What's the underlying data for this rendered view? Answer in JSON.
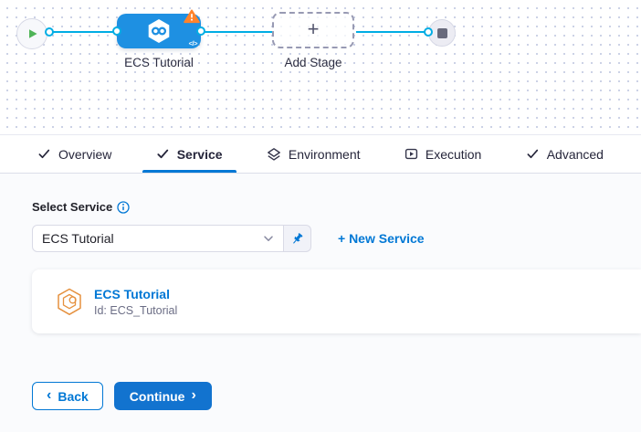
{
  "icons": {
    "check": "✓",
    "plus": "+",
    "code": "</>",
    "chevron_left": "‹",
    "chevron_right": "›"
  },
  "colors": {
    "accent": "#0278d5",
    "button_primary": "#1273cf",
    "node_blue": "#1e90e2",
    "connector_blue": "#00ade4",
    "warning_orange": "#ff832b",
    "play_green": "#4fb457",
    "service_icon_orange": "#e5913f"
  },
  "pipeline": {
    "stage_label": "ECS Tutorial",
    "add_stage_label": "Add Stage"
  },
  "tabs": [
    {
      "label": "Overview",
      "icon": "check-icon",
      "active": false
    },
    {
      "label": "Service",
      "icon": "check-icon",
      "active": true
    },
    {
      "label": "Environment",
      "icon": "environment-icon",
      "active": false
    },
    {
      "label": "Execution",
      "icon": "execution-icon",
      "active": false
    },
    {
      "label": "Advanced",
      "icon": "check-icon",
      "active": false
    }
  ],
  "service_form": {
    "label": "Select Service",
    "select_value": "ECS Tutorial",
    "new_service_label": "+ New Service",
    "card": {
      "title": "ECS Tutorial",
      "id_text": "Id: ECS_Tutorial"
    }
  },
  "footer": {
    "back_label": "Back",
    "continue_label": "Continue"
  }
}
